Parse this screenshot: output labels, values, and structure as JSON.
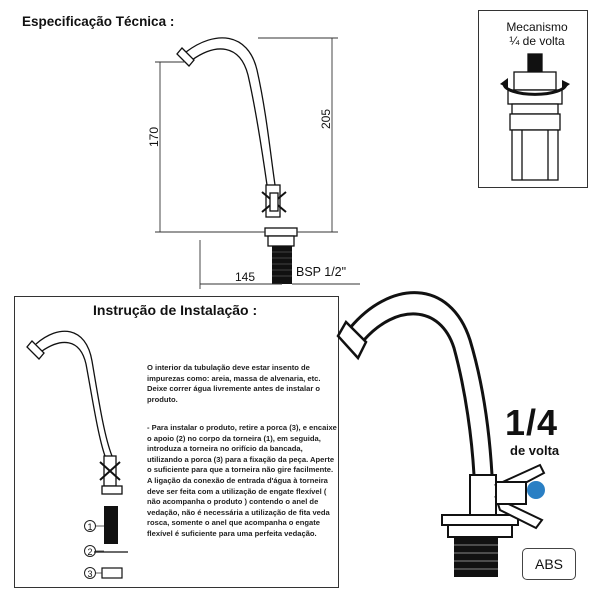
{
  "spec": {
    "title": "Especificação Técnica :",
    "dim_height_170": "170",
    "dim_height_205": "205",
    "dim_width_145": "145",
    "thread_label": "BSP 1/2\""
  },
  "mechanism": {
    "line1": "Mecanismo",
    "line2": "¼ de volta"
  },
  "installation": {
    "title": "Instrução de Instalação :",
    "paragraph1": "O interior da tubulação deve estar insento de impurezas como: areia, massa de alvenaria, etc. Deixe correr água livremente antes de instalar o produto.",
    "paragraph2": "- Para instalar o produto, retire a porca (3), e encaixe o apoio (2) no corpo da torneira (1), em seguida, introduza a torneira no orifício da bancada, utilizando a porca (3) para a fixação da peça. Aperte o suficiente para que a torneira não gire facilmente. A ligação da conexão de entrada d'água à torneira deve ser feita com a utilização de engate flexível ( não acompanha o produto ) contendo o anel de vedação, não é necessária a utilização de fita veda rosca, somente o anel que acompanha o engate flexível é suficiente para uma  perfeita vedação.",
    "part_numbers": [
      "1",
      "2",
      "3"
    ]
  },
  "product": {
    "turn_fraction": "1/4",
    "turn_label": "de volta",
    "material_badge": "ABS"
  }
}
